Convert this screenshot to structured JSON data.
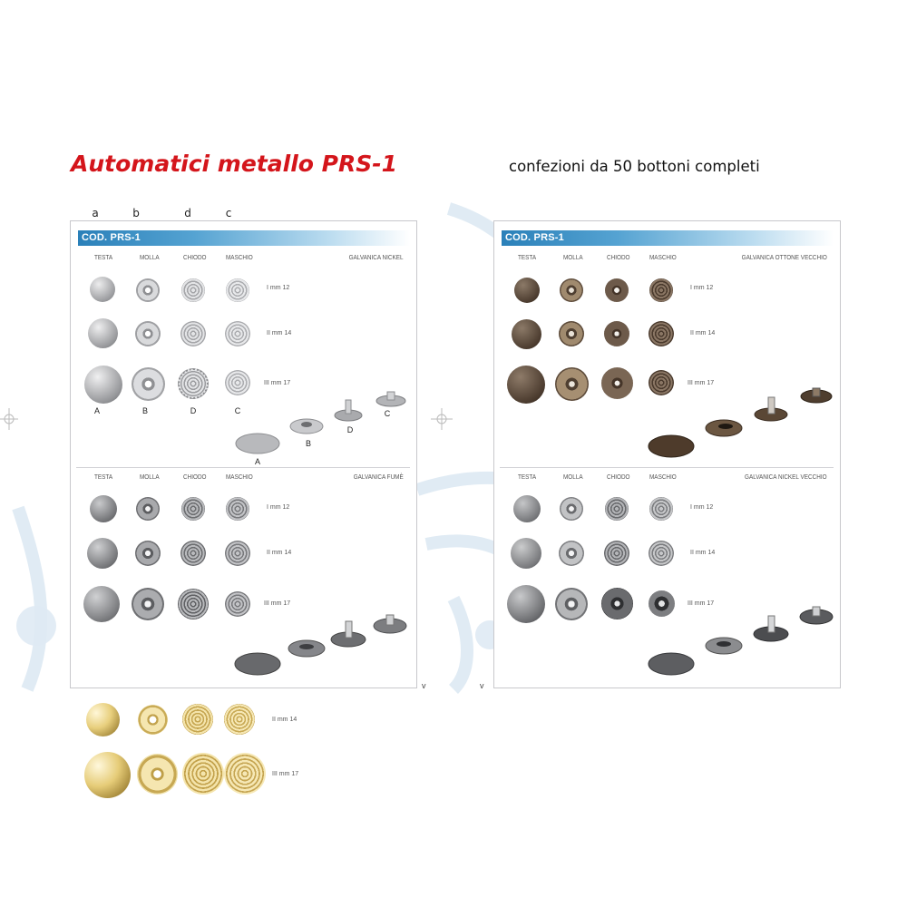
{
  "title": "Automatici metallo PRS-1",
  "subtitle": "confezioni da 50 bottoni completi",
  "column_letters": [
    "a",
    "b",
    "d",
    "c"
  ],
  "code_label": "COD. PRS-1",
  "column_headers": [
    "TESTA",
    "MOLLA",
    "CHIODO",
    "MASCHIO"
  ],
  "sizes": [
    "I mm 12",
    "II mm 14",
    "III mm 17"
  ],
  "finishes": {
    "nickel": "GALVANICA NICKEL",
    "fume": "GALVANICA FUMÈ",
    "ottone_vecchio": "GALVANICA OTTONE VECCHIO",
    "nickel_vecchio": "GALVANICA NICKEL VECCHIO"
  },
  "part_letters": [
    "A",
    "B",
    "D",
    "C"
  ],
  "part_letters_exploded": [
    "A",
    "B",
    "D",
    "C"
  ],
  "marks": [
    "v",
    "v"
  ],
  "brass_sizes": [
    "II mm 14",
    "III mm 17"
  ],
  "colors": {
    "title": "#d4151b",
    "code_bar": "#2a80b9",
    "nickel": "#b8b9bc",
    "fume": "#7d7e82",
    "ottone_vecchio": "#5c4a3a",
    "nickel_vecchio": "#8a8a8a",
    "brass": "#d8bf6e"
  }
}
